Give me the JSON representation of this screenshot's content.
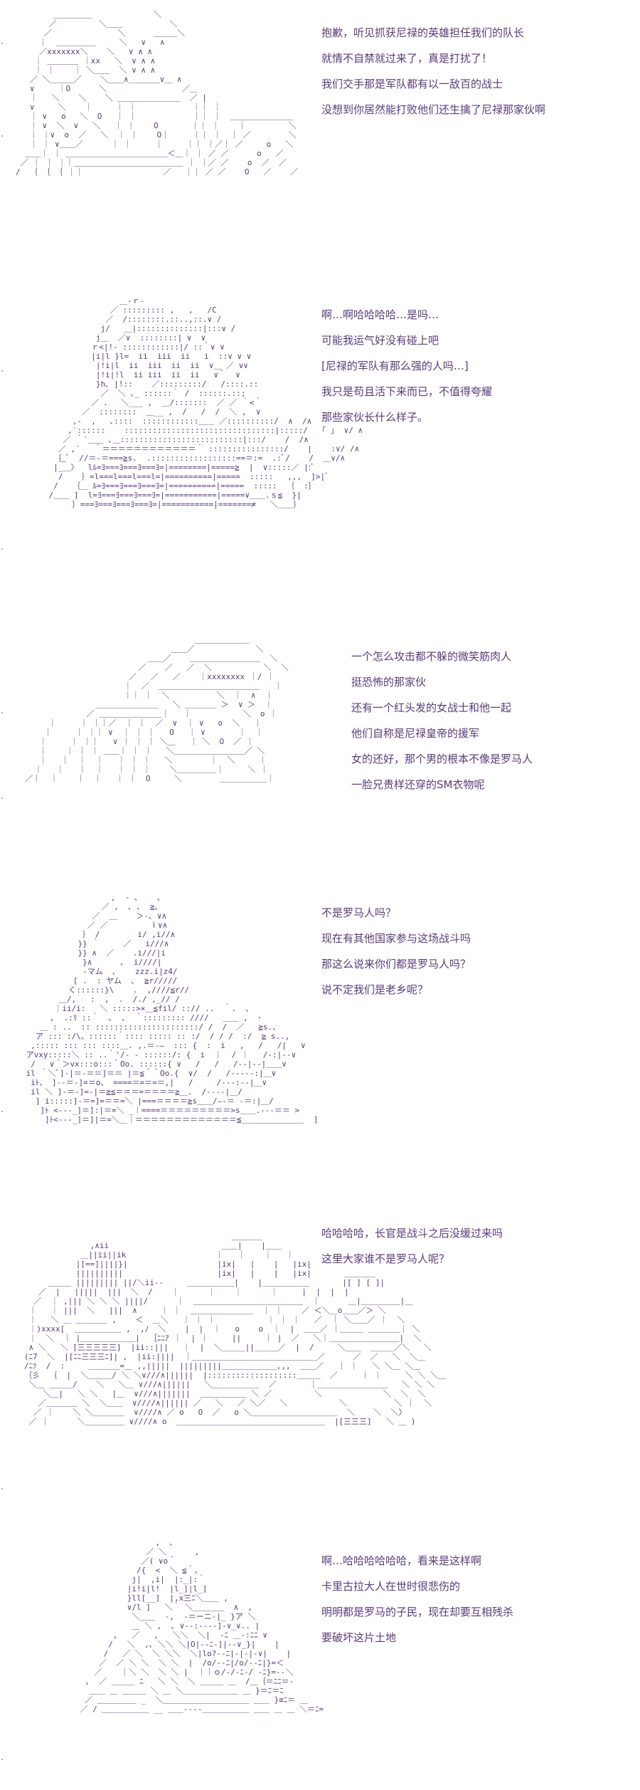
{
  "panels": [
    {
      "lines": [
        "抱歉，听见抓获尼禄的英雄担任我们的队长",
        "就情不自禁就过来了，真是打扰了！",
        "我们交手那是军队都有以一敌百的战士",
        "没想到你居然能打败他们还生擒了尼禄那家伙啊"
      ]
    },
    {
      "lines": [
        "啊…啊哈哈哈哈…是吗…",
        "可能我运气好没有碰上吧",
        "[尼禄的军队有那么强的人吗…]",
        "我只是苟且活下来而已，不值得夸耀",
        "那些家伙长什么样子。"
      ]
    },
    {
      "lines": [
        "一个怎么攻击都不躲的微笑筋肉人",
        "挺恐怖的那家伙",
        "还有一个红头发的女战士和他一起",
        "他们自称是尼禄皇帝的援军",
        "女的还好，那个男的根本不像是罗马人",
        "一脸兄贵样还穿的SM衣物呢"
      ]
    },
    {
      "lines": [
        "不是罗马人吗？",
        "现在有其他国家参与这场战斗吗",
        "那这么说来你们都是罗马人吗？",
        "说不定我们是老乡呢？"
      ]
    },
    {
      "lines": [
        "哈哈哈哈，长官是战斗之后没缓过来吗",
        "这里大家谁不是罗马人呢？"
      ]
    },
    {
      "lines": [
        "啊…哈哈哈哈哈哈，看来是这样啊",
        "卡里古拉大人在世时很悲伤的",
        "明明都是罗马的子民，现在却要互相残杀",
        "要破坏这片土地"
      ]
    }
  ]
}
